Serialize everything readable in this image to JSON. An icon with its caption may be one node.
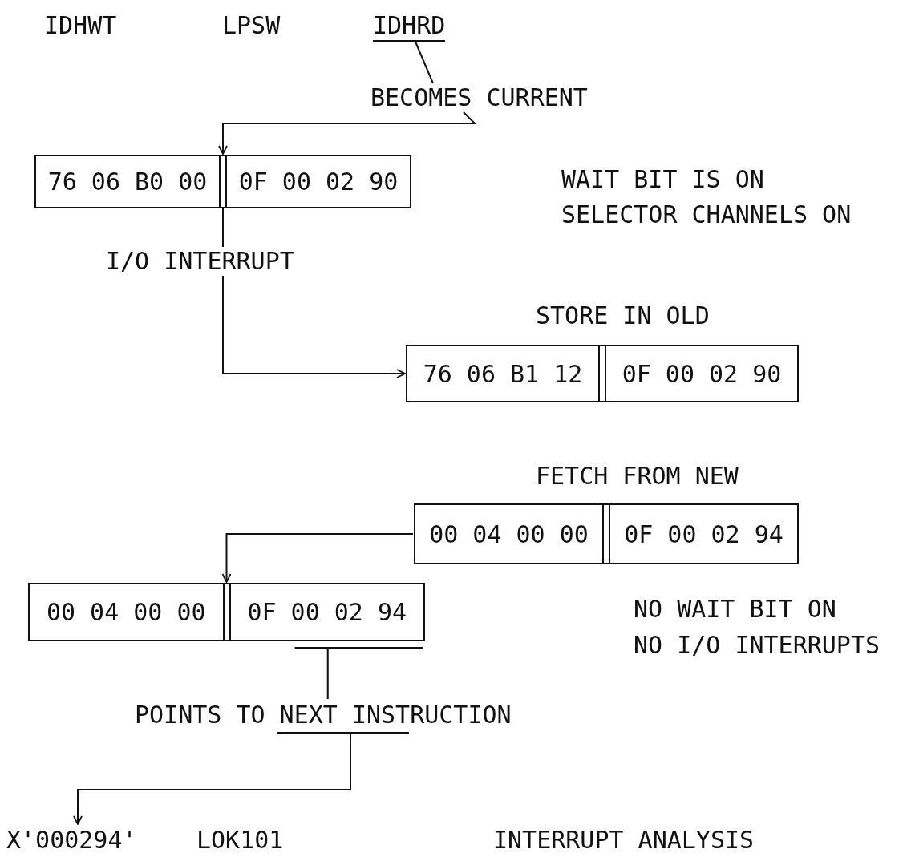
{
  "diagram": {
    "nodes": [
      {
        "text": [
          "IDHRD"
        ]
      },
      {
        "text": [
          "BECOMES CURRENT"
        ]
      },
      {
        "text": [
          "76 06 B0 00",
          "0F 00 02 90"
        ]
      },
      {
        "text": [
          "76 06 B1 12",
          "0F 00 02 90"
        ],
        "beside": [
          "STORE IN OLD"
        ]
      },
      {
        "text": [
          "00 04 00 00",
          "0F 00 02 94"
        ],
        "beside": [
          "FETCH FROM NEW"
        ]
      },
      {
        "text": [
          "00 04 00 00",
          "0F 00 02 94"
        ]
      },
      {
        "text": [
          "POINTS TO NEXT INSTRUCTION"
        ]
      },
      {
        "text": [
          "X'000294'"
        ]
      }
    ],
    "edges": [
      {
        "from": 0,
        "to": 1,
        "arrow": "none"
      },
      {
        "from": 1,
        "to": 2,
        "arrow": "to"
      },
      {
        "from": 2,
        "to": 3,
        "arrow": "to",
        "label": "I/O INTERRUPT"
      },
      {
        "from": 4,
        "to": 5,
        "arrow": "to"
      },
      {
        "from": 5,
        "to": 6,
        "arrow": "none"
      },
      {
        "from": 6,
        "to": 7,
        "arrow": "to"
      }
    ],
    "labels": [
      "IDHWT",
      "LPSW",
      "WAIT BIT IS ON",
      "SELECTOR CHANNELS ON",
      "NO WAIT BIT ON",
      "NO I/O INTERRUPTS",
      "LOK101",
      "INTERRUPT ANALYSIS"
    ]
  }
}
